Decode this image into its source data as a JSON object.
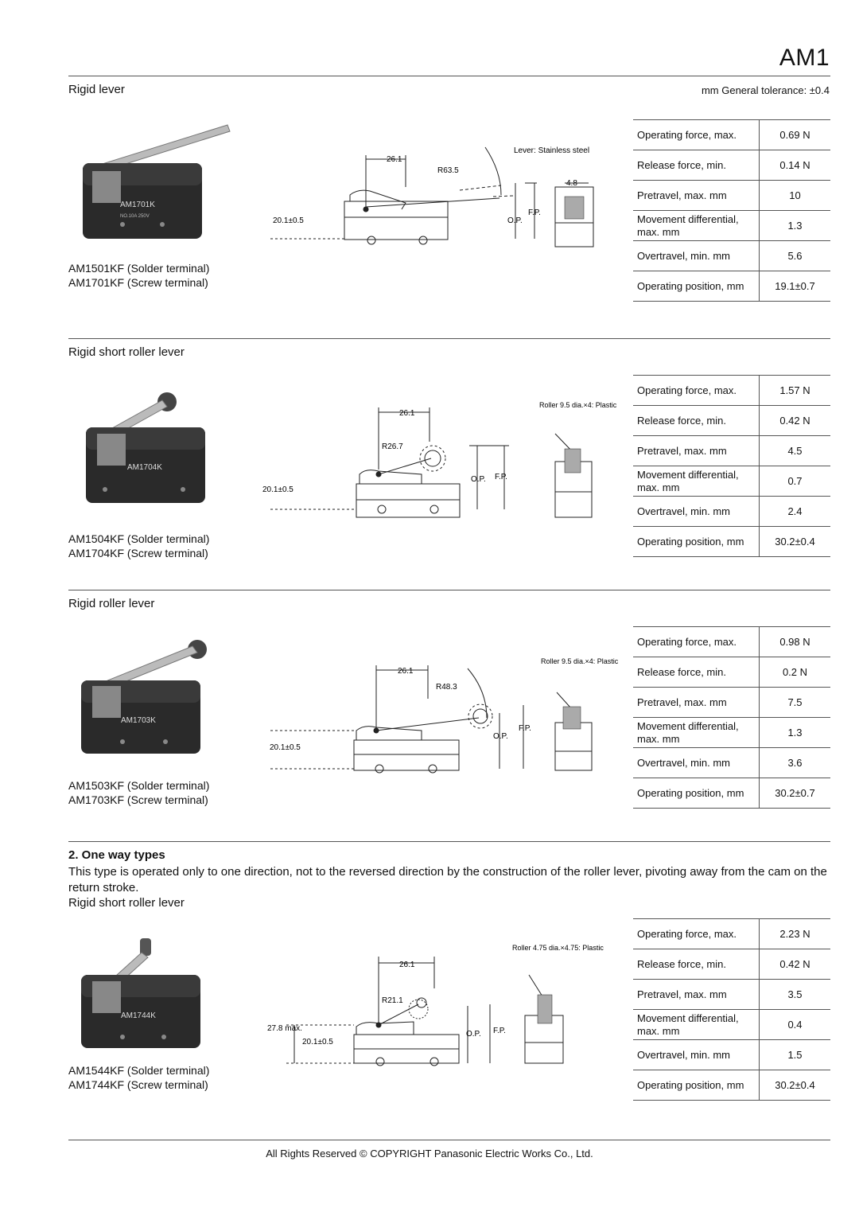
{
  "header": {
    "title": "AM1"
  },
  "tolerance": "mm General tolerance: ±0.4",
  "sections": [
    {
      "title": "Rigid lever",
      "models": [
        "AM1501KF (Solder terminal)",
        "AM1701KF (Screw terminal)"
      ],
      "photo_label": "AM1701K",
      "drawing": {
        "dim_a": "26.1",
        "radius": "R63.5",
        "note": "Lever: Stainless steel",
        "width": "4.8",
        "height": "20.1±0.5",
        "op": "O.P.",
        "fp": "F.P."
      },
      "specs": [
        {
          "label": "Operating force, max.",
          "value": "0.69 N"
        },
        {
          "label": "Release force, min.",
          "value": "0.14 N"
        },
        {
          "label": "Pretravel, max. mm",
          "value": "10"
        },
        {
          "label": "Movement differential, max. mm",
          "value": "1.3"
        },
        {
          "label": "Overtravel, min. mm",
          "value": "5.6"
        },
        {
          "label": "Operating position, mm",
          "value": "19.1±0.7"
        }
      ]
    },
    {
      "title": "Rigid short roller lever",
      "models": [
        "AM1504KF (Solder terminal)",
        "AM1704KF (Screw terminal)"
      ],
      "photo_label": "AM1704K",
      "drawing": {
        "dim_a": "26.1",
        "radius": "R26.7",
        "note": "Roller 9.5 dia.×4: Plastic",
        "height": "20.1±0.5",
        "op": "O.P.",
        "fp": "F.P."
      },
      "specs": [
        {
          "label": "Operating force, max.",
          "value": "1.57 N"
        },
        {
          "label": "Release force, min.",
          "value": "0.42 N"
        },
        {
          "label": "Pretravel, max. mm",
          "value": "4.5"
        },
        {
          "label": "Movement differential, max. mm",
          "value": "0.7"
        },
        {
          "label": "Overtravel, min. mm",
          "value": "2.4"
        },
        {
          "label": "Operating position, mm",
          "value": "30.2±0.4"
        }
      ]
    },
    {
      "title": "Rigid roller lever",
      "models": [
        "AM1503KF (Solder terminal)",
        "AM1703KF (Screw terminal)"
      ],
      "photo_label": "AM1703K",
      "drawing": {
        "dim_a": "26.1",
        "radius": "R48.3",
        "note": "Roller 9.5 dia.×4: Plastic",
        "height": "20.1±0.5",
        "op": "O.P.",
        "fp": "F.P."
      },
      "specs": [
        {
          "label": "Operating force, max.",
          "value": "0.98 N"
        },
        {
          "label": "Release force, min.",
          "value": "0.2 N"
        },
        {
          "label": "Pretravel, max. mm",
          "value": "7.5"
        },
        {
          "label": "Movement differential, max. mm",
          "value": "1.3"
        },
        {
          "label": "Overtravel, min. mm",
          "value": "3.6"
        },
        {
          "label": "Operating position, mm",
          "value": "30.2±0.7"
        }
      ]
    }
  ],
  "oneway": {
    "heading": "2. One way types",
    "text": "This type is operated only to one direction, not to the reversed direction by the construction of the roller lever, pivoting away from the cam on the return stroke.",
    "subtitle": "Rigid short roller lever",
    "models": [
      "AM1544KF (Solder terminal)",
      "AM1744KF (Screw terminal)"
    ],
    "photo_label": "AM1744K",
    "drawing": {
      "dim_a": "26.1",
      "radius": "R21.1",
      "note": "Roller 4.75 dia.×4.75: Plastic",
      "max": "27.8 max.",
      "height": "20.1±0.5",
      "op": "O.P.",
      "fp": "F.P."
    },
    "specs": [
      {
        "label": "Operating force, max.",
        "value": "2.23 N"
      },
      {
        "label": "Release force, min.",
        "value": "0.42 N"
      },
      {
        "label": "Pretravel, max. mm",
        "value": "3.5"
      },
      {
        "label": "Movement differential, max. mm",
        "value": "0.4"
      },
      {
        "label": "Overtravel, min. mm",
        "value": "1.5"
      },
      {
        "label": "Operating position, mm",
        "value": "30.2±0.4"
      }
    ]
  },
  "footer": "All Rights Reserved © COPYRIGHT Panasonic Electric Works Co., Ltd."
}
